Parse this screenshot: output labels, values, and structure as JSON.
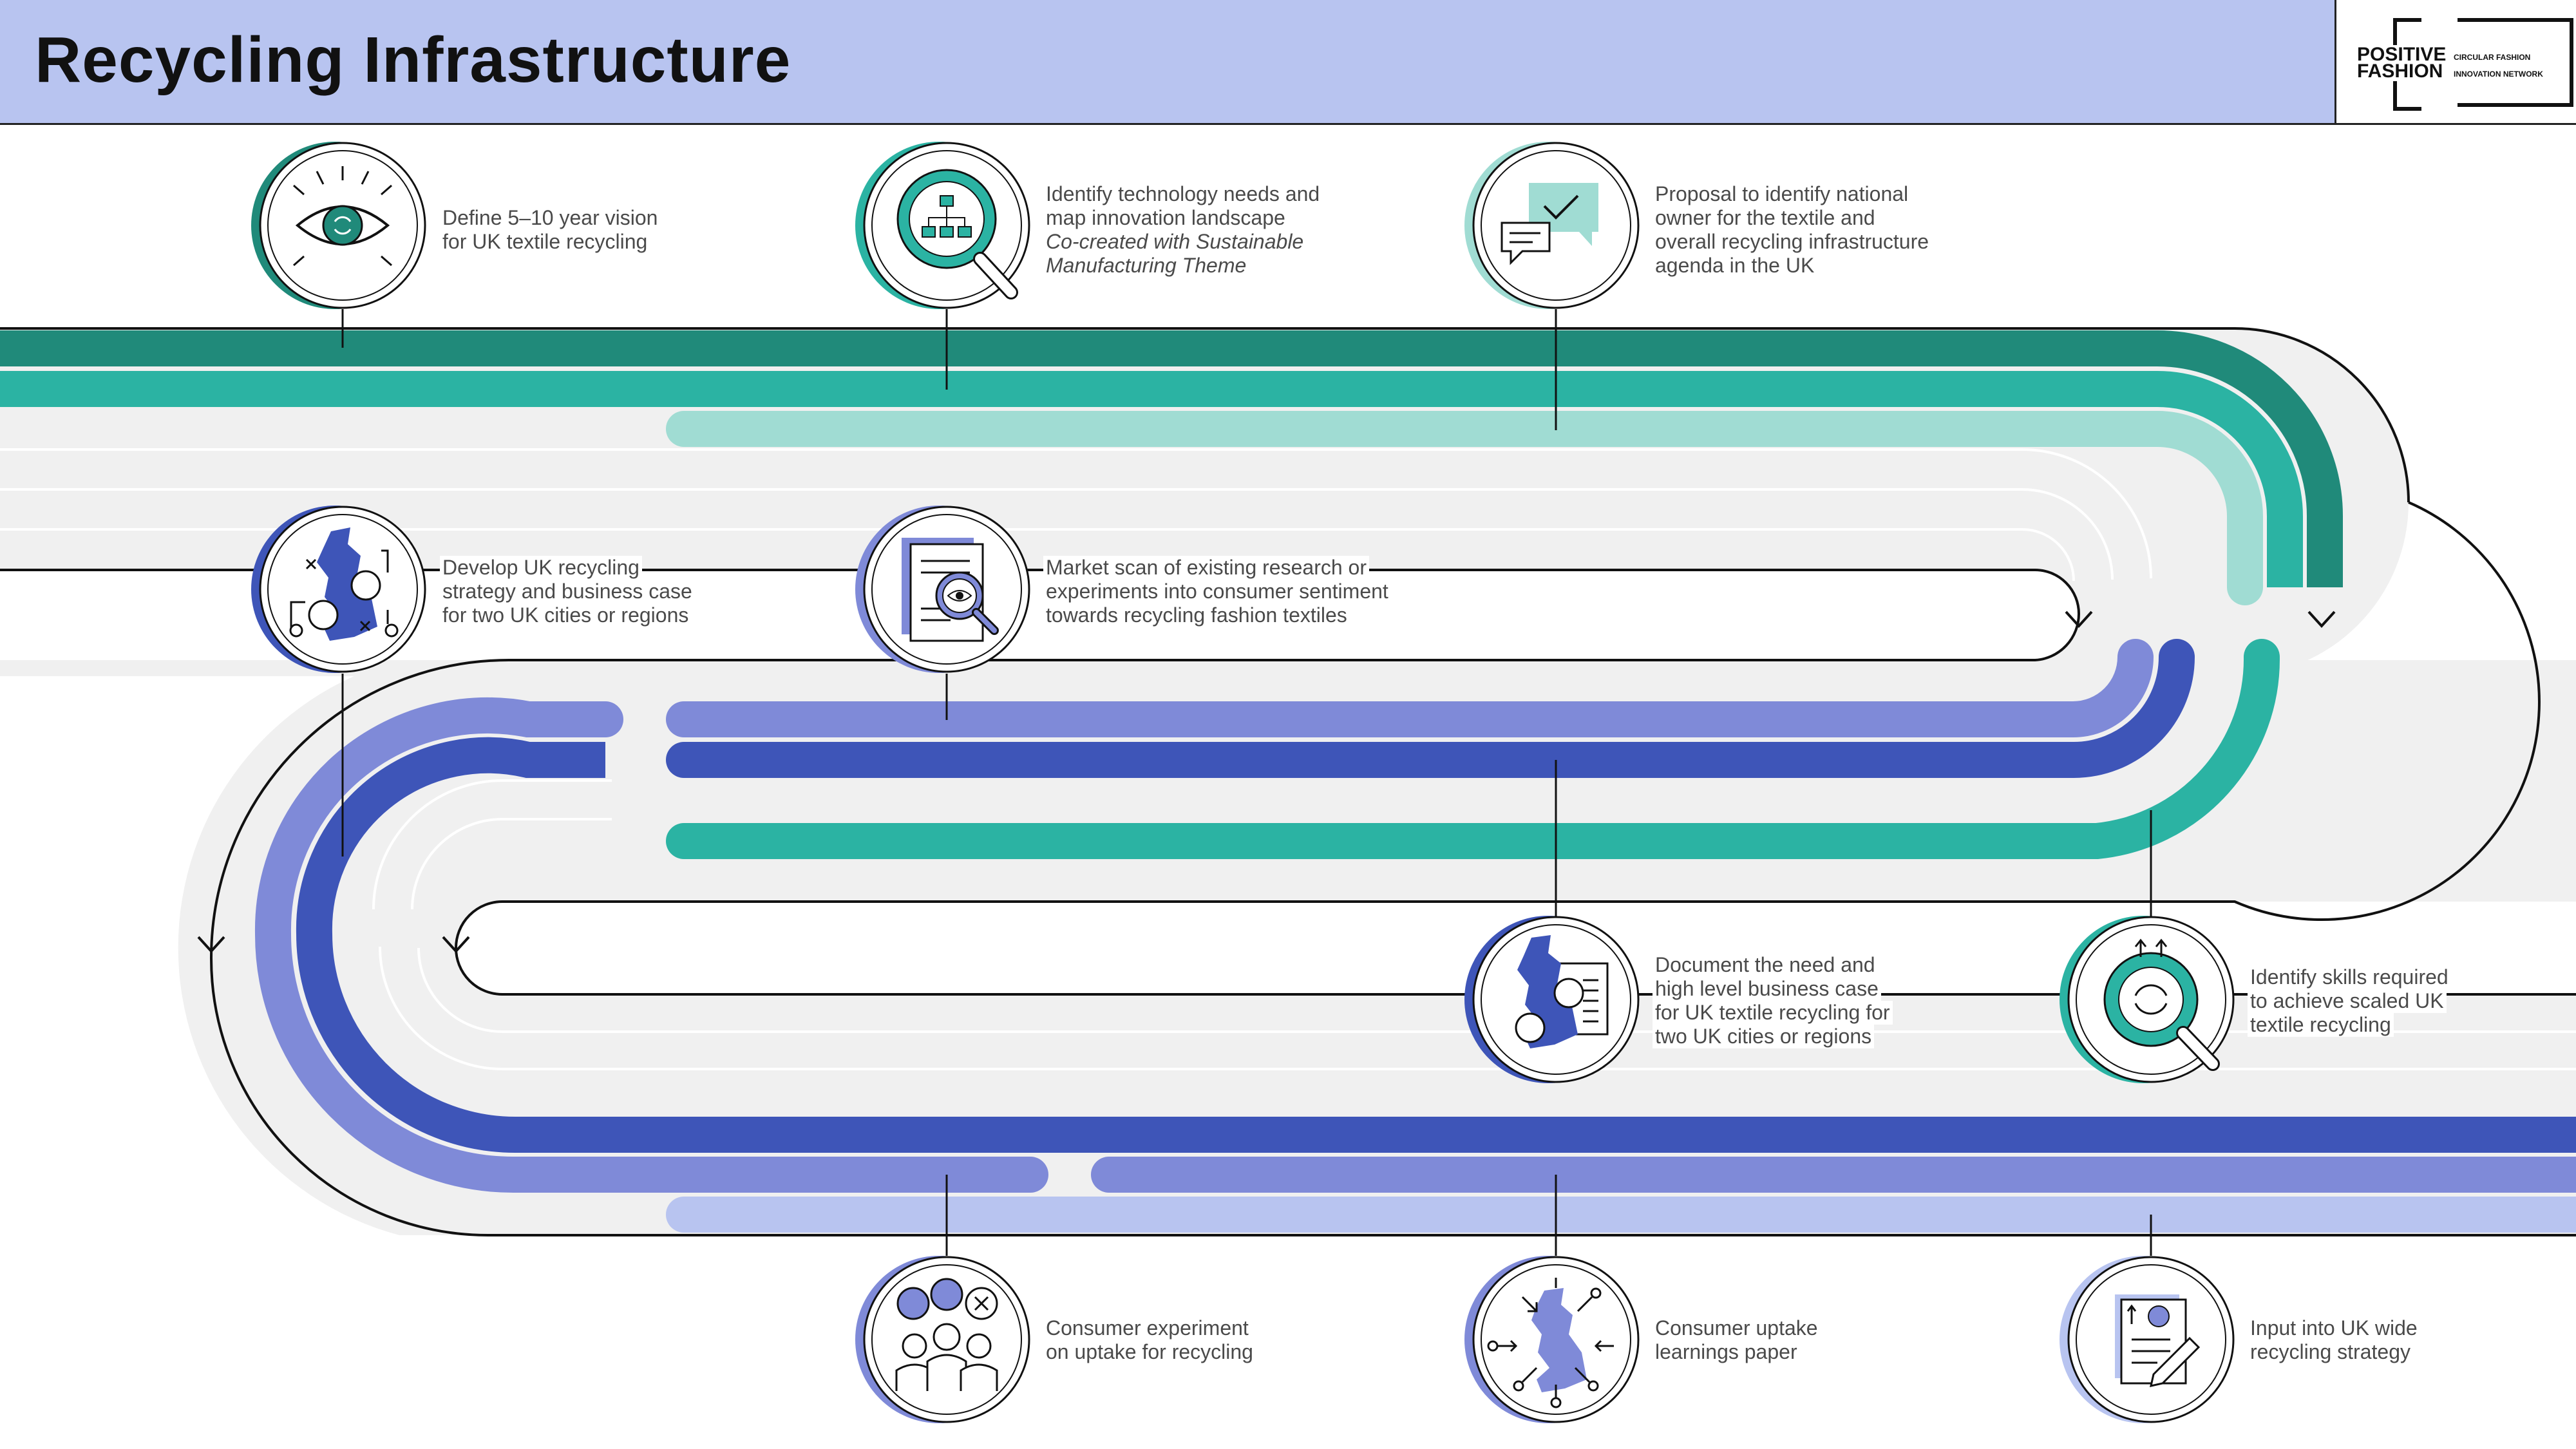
{
  "page": {
    "title": "Recycling Infrastructure",
    "logo": {
      "main": [
        "POSITIVE",
        "FASHION"
      ],
      "sub": [
        "CIRCULAR FASHION",
        "INNOVATION NETWORK"
      ]
    }
  },
  "colors": {
    "header_bg": "#b8c4f0",
    "dark_teal": "#208a7a",
    "teal": "#2bb3a3",
    "light_teal": "#a0dcd3",
    "light_blue": "#b8c4f0",
    "mid_blue": "#7f8ad8",
    "dark_blue": "#3e55b8",
    "road_gray": "#f0f0f0"
  },
  "milestones": [
    {
      "id": "vision",
      "icon": "eye-icon",
      "lines": [
        "Define 5–10 year vision",
        "for UK textile recycling"
      ]
    },
    {
      "id": "tech-needs",
      "icon": "org-chart-magnifier-icon",
      "lines": [
        "Identify technology needs and",
        "map innovation landscape"
      ],
      "italic_lines": [
        "Co-created with Sustainable",
        "Manufacturing Theme"
      ]
    },
    {
      "id": "national-owner",
      "icon": "chat-bubbles-check-icon",
      "lines": [
        "Proposal to identify national",
        "owner for the textile and",
        "overall recycling infrastructure",
        "agenda in the UK"
      ]
    },
    {
      "id": "uk-strategy",
      "icon": "uk-map-process-icon",
      "lines": [
        "Develop UK recycling",
        "strategy and business case",
        "for two UK cities or regions"
      ]
    },
    {
      "id": "market-scan",
      "icon": "document-magnifier-eye-icon",
      "lines": [
        "Market scan of existing research or",
        "experiments into consumer sentiment",
        "towards recycling fashion textiles"
      ]
    },
    {
      "id": "document-need",
      "icon": "uk-map-document-icon",
      "lines": [
        "Document the need and",
        "high level business case",
        "for UK textile recycling for",
        "two UK cities or regions"
      ]
    },
    {
      "id": "skills",
      "icon": "recycle-magnifier-icon",
      "lines": [
        "Identify skills required",
        "to achieve scaled UK",
        "textile recycling"
      ]
    },
    {
      "id": "consumer-experiment",
      "icon": "people-recycle-icon",
      "lines": [
        "Consumer experiment",
        "on uptake for recycling"
      ]
    },
    {
      "id": "learnings-paper",
      "icon": "uk-map-arrows-icon",
      "lines": [
        "Consumer uptake",
        "learnings paper"
      ]
    },
    {
      "id": "strategy-input",
      "icon": "document-pen-icon",
      "lines": [
        "Input into UK wide",
        "recycling strategy"
      ]
    }
  ]
}
